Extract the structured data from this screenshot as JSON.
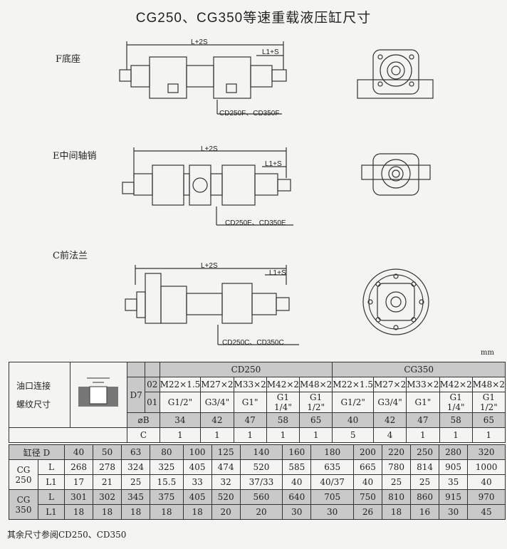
{
  "title": "CG250、CG350等速重载液压缸尺寸",
  "mounts": [
    {
      "label": "F底座",
      "codes": "CD250F、CD350F"
    },
    {
      "label": "E中间轴销",
      "codes": "CD250E、CD350E"
    },
    {
      "label": "C前法兰",
      "codes": "CD250C、CD350C"
    }
  ],
  "dims": {
    "ls": "L+2S",
    "l1s": "L1+S"
  },
  "unit": "mm",
  "upper": {
    "port_label_1": "油口连接",
    "port_label_2": "螺纹尺寸",
    "d7": "D7",
    "row02": "02",
    "row01": "01",
    "group_cd250": "CD250",
    "group_cg350": "CG350",
    "thread_metric": [
      "M22×1.5",
      "M27×2",
      "M33×2",
      "M42×2",
      "M48×2",
      "M22×1.5",
      "M27×2",
      "M33×2",
      "M42×2",
      "M48×2"
    ],
    "thread_pipe": [
      "G1/2\"",
      "G3/4\"",
      "G1\"",
      "G1 1/4\"",
      "G1 1/2\"",
      "G1/2\"",
      "G3/4\"",
      "G1\"",
      "G1 1/4\"",
      "G1 1/2\""
    ],
    "b_label": "⌀B",
    "b_values": [
      "34",
      "42",
      "47",
      "58",
      "65",
      "40",
      "42",
      "47",
      "58",
      "65"
    ],
    "c_label": "C",
    "c_values": [
      "1",
      "1",
      "1",
      "1",
      "1",
      "5",
      "4",
      "1",
      "1",
      "1"
    ]
  },
  "lower": {
    "bore_label": "缸径 D",
    "bore": [
      "40",
      "50",
      "63",
      "80",
      "100",
      "125",
      "140",
      "160",
      "180",
      "200",
      "220",
      "250",
      "280",
      "320"
    ],
    "cg250": "CG 250",
    "cg350": "CG 350",
    "l": "L",
    "l1": "L1",
    "cg250_L": [
      "268",
      "278",
      "324",
      "325",
      "405",
      "474",
      "520",
      "585",
      "635",
      "665",
      "780",
      "814",
      "905",
      "1000"
    ],
    "cg250_L1": [
      "17",
      "21",
      "25",
      "15.5",
      "33",
      "32",
      "37/33",
      "40",
      "40/37",
      "40",
      "25",
      "25",
      "35",
      "40"
    ],
    "cg350_L": [
      "301",
      "302",
      "345",
      "375",
      "405",
      "520",
      "560",
      "640",
      "705",
      "750",
      "810",
      "860",
      "915",
      "970"
    ],
    "cg350_L1": [
      "18",
      "18",
      "18",
      "18",
      "18",
      "20",
      "20",
      "30",
      "30",
      "26",
      "18",
      "16",
      "30",
      "45"
    ]
  },
  "footnote": "其余尺寸参阅CD250、CD350"
}
